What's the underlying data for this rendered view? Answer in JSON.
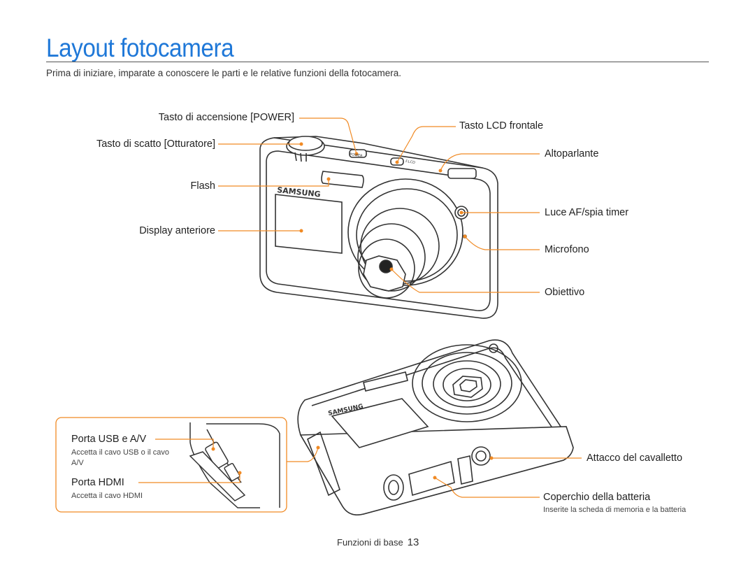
{
  "title": "Layout fotocamera",
  "intro": "Prima di iniziare, imparate a conoscere le parti e le relative funzioni della fotocamera.",
  "front_labels": {
    "power_button": "Tasto di accensione [POWER]",
    "shutter_button": "Tasto di scatto [Otturatore]",
    "flash": "Flash",
    "front_display": "Display anteriore",
    "front_lcd_button": "Tasto LCD frontale",
    "speaker": "Altoparlante",
    "af_lamp": "Luce AF/spia timer",
    "microphone": "Microfono",
    "lens": "Obiettivo"
  },
  "bottom_labels": {
    "usb_port": "Porta USB e A/V",
    "usb_note": "Accetta il cavo USB o il cavo A/V",
    "hdmi_port": "Porta HDMI",
    "hdmi_note": "Accetta il cavo HDMI",
    "tripod_mount": "Attacco del cavalletto",
    "battery_cover": "Coperchio della batteria",
    "battery_note": "Inserite la scheda di memoria e la batteria"
  },
  "brand_logo": "SAMSUNG",
  "camera_markings": {
    "power": "POWER",
    "flash": "F.LCD"
  },
  "footer": {
    "section": "Funzioni di base",
    "page": "13"
  },
  "colors": {
    "title": "#1f78d8",
    "callout": "#f08a24",
    "line_art": "#333333"
  },
  "icons": [
    "camera-front-illustration",
    "camera-bottom-illustration",
    "ports-detail-illustration"
  ]
}
